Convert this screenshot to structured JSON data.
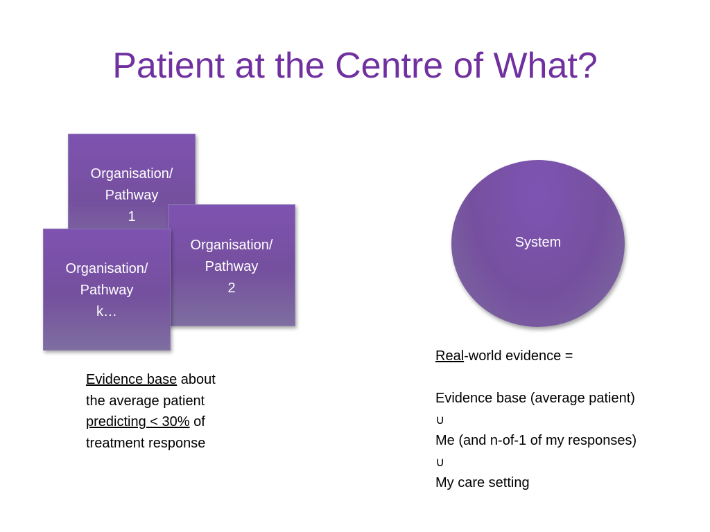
{
  "slide": {
    "title": "Patient at the Centre of What?"
  },
  "boxes": [
    {
      "line1": "Organisation/",
      "line2": "Pathway",
      "line3": "1"
    },
    {
      "line1": "Organisation/",
      "line2": "Pathway",
      "line3": "2"
    },
    {
      "line1": "Organisation/",
      "line2": "Pathway",
      "line3": "k…"
    }
  ],
  "circle": {
    "label": "System"
  },
  "left_text": {
    "part1_underlined": "Evidence base",
    "part1_rest": " about",
    "line2": "the average patient",
    "part3_underlined": "predicting < 30%",
    "part3_rest": " of",
    "line4": "treatment response"
  },
  "right_text": {
    "line1_underlined": "Real",
    "line1_rest": "-world evidence =",
    "line2": "Evidence base (average patient)",
    "union1": "∪",
    "line3": "Me (and n-of-1 of my responses)",
    "union2": "∪",
    "line4": "My care setting"
  },
  "colors": {
    "title": "#7030a0",
    "shape_fill": "#76509f"
  }
}
